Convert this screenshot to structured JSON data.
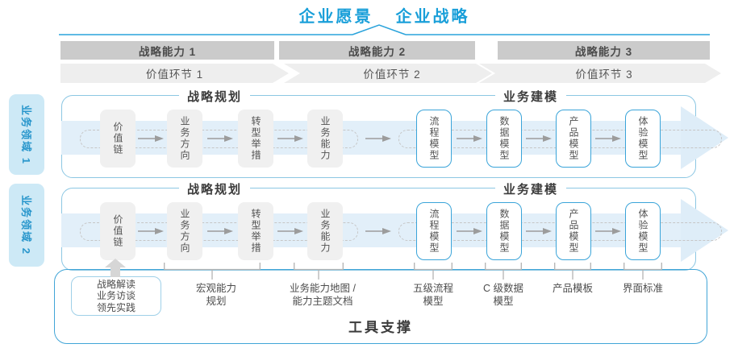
{
  "title": {
    "vision": "企业愿景",
    "strategy": "企业战略"
  },
  "strategy_capabilities": [
    "战略能力 1",
    "战略能力 2",
    "战略能力 3"
  ],
  "value_links": [
    "价值环节 1",
    "价值环节 2",
    "价值环节 3"
  ],
  "business_domains": [
    "业务领域 1",
    "业务领域 2"
  ],
  "rows": [
    {
      "planning_header": "战略规划",
      "modeling_header": "业务建模",
      "boxes": [
        {
          "label": "价值链"
        },
        {
          "label": "业务方向"
        },
        {
          "label": "转型举措"
        },
        {
          "label": "业务能力"
        },
        {
          "label": "流程模型"
        },
        {
          "label": "数据模型"
        },
        {
          "label": "产品模型"
        },
        {
          "label": "体验模型"
        }
      ]
    },
    {
      "planning_header": "战略规划",
      "modeling_header": "业务建模",
      "boxes": [
        {
          "label": "价值链"
        },
        {
          "label": "业务方向"
        },
        {
          "label": "转型举措"
        },
        {
          "label": "业务能力"
        },
        {
          "label": "流程模型"
        },
        {
          "label": "数据模型"
        },
        {
          "label": "产品模型"
        },
        {
          "label": "体验模型"
        }
      ]
    }
  ],
  "annotations": {
    "practice_box": "战略解读\n业务访谈\n领先实践",
    "macro_capability": "宏观能力\n规划",
    "capability_map": "业务能力地图 /\n能力主题文档",
    "process_model": "五级流程\n模型",
    "data_model": "C 级数据\n模型",
    "product_template": "产品模板",
    "ui_standard": "界面标准"
  },
  "footer": "工具支撑",
  "colors": {
    "accent_blue": "#199fd9",
    "domain_fill": "#cde9f6",
    "band_blue": "#deedf8",
    "bar_gray": "#cbcbcb",
    "chevron_gray": "#eeeeee",
    "gray_box_fill": "#f0f0f0",
    "blue_box_border": "#3aa4d9",
    "outer_border": "#41a5d7"
  }
}
